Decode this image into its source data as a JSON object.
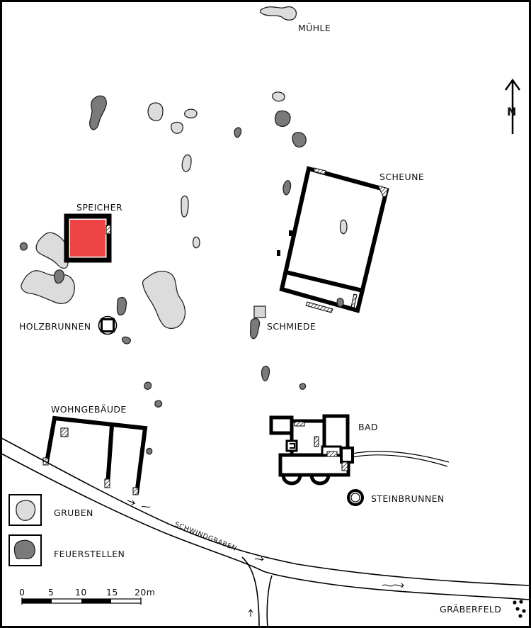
{
  "labels": {
    "muehle": "MÜHLE",
    "scheune": "SCHEUNE",
    "speicher": "SPEICHER",
    "holzbrunnen": "HOLZBRUNNEN",
    "schmiede": "SCHMIEDE",
    "wohngebaeude": "WOHNGEBÄUDE",
    "bad": "BAD",
    "steinbrunnen": "STEINBRUNNEN",
    "schwindgraben": "SCHWINDGRABEN",
    "graeberfeld": "GRÄBERFELD",
    "north": "N"
  },
  "legend": {
    "gruben": "GRUBEN",
    "feuerstellen": "FEUERSTELLEN"
  },
  "scale": {
    "ticks": [
      "0",
      "5",
      "10",
      "15",
      "20m"
    ]
  },
  "colors": {
    "highlight": "#ef4444",
    "pit_fill": "#dcdcdc",
    "hearth_fill": "#7a7a7a"
  }
}
